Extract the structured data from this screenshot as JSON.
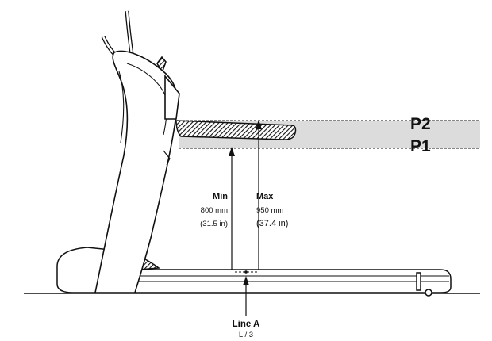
{
  "levels": {
    "p2": "P2",
    "p1": "P1"
  },
  "min": {
    "title": "Min",
    "mm": "800 mm",
    "inches": "(31.5 in)"
  },
  "max": {
    "title": "Max",
    "mm": "950 mm",
    "inches": "(37.4 in)"
  },
  "line_a": {
    "title": "Line A",
    "sub": "L / 3"
  },
  "colors": {
    "band": "#dcdcdc",
    "ink": "#111111"
  }
}
